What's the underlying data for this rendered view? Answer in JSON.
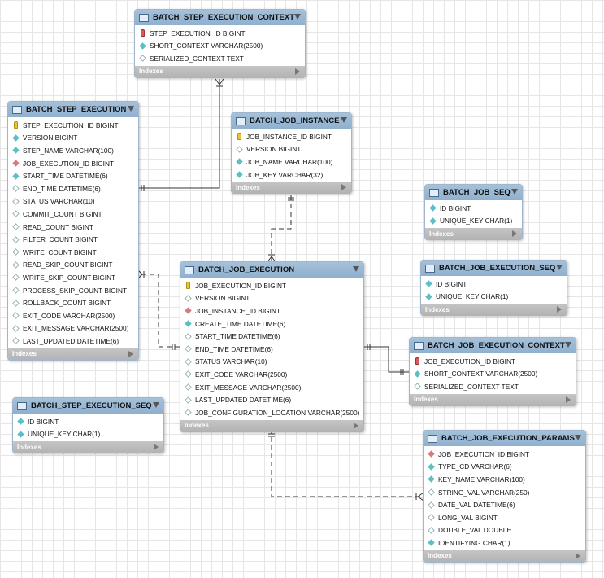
{
  "tables": [
    {
      "id": "t_sec",
      "title": "BATCH_STEP_EXECUTION_CONTEXT",
      "indexes_label": "Indexes",
      "columns": [
        {
          "icon": "pkfk",
          "text": "STEP_EXECUTION_ID BIGINT"
        },
        {
          "icon": "nn",
          "text": "SHORT_CONTEXT VARCHAR(2500)"
        },
        {
          "icon": "col-empty",
          "text": "SERIALIZED_CONTEXT TEXT"
        }
      ]
    },
    {
      "id": "t_se",
      "title": "BATCH_STEP_EXECUTION",
      "indexes_label": "Indexes",
      "columns": [
        {
          "icon": "pk",
          "text": "STEP_EXECUTION_ID BIGINT"
        },
        {
          "icon": "nn",
          "text": "VERSION BIGINT"
        },
        {
          "icon": "nn",
          "text": "STEP_NAME VARCHAR(100)"
        },
        {
          "icon": "fk",
          "text": "JOB_EXECUTION_ID BIGINT"
        },
        {
          "icon": "nn",
          "text": "START_TIME DATETIME(6)"
        },
        {
          "icon": "col-empty",
          "text": "END_TIME DATETIME(6)"
        },
        {
          "icon": "col-empty",
          "text": "STATUS VARCHAR(10)"
        },
        {
          "icon": "col-empty",
          "text": "COMMIT_COUNT BIGINT"
        },
        {
          "icon": "col-empty",
          "text": "READ_COUNT BIGINT"
        },
        {
          "icon": "col-empty",
          "text": "FILTER_COUNT BIGINT"
        },
        {
          "icon": "col-empty",
          "text": "WRITE_COUNT BIGINT"
        },
        {
          "icon": "col-empty",
          "text": "READ_SKIP_COUNT BIGINT"
        },
        {
          "icon": "col-empty",
          "text": "WRITE_SKIP_COUNT BIGINT"
        },
        {
          "icon": "col-empty",
          "text": "PROCESS_SKIP_COUNT BIGINT"
        },
        {
          "icon": "col-empty",
          "text": "ROLLBACK_COUNT BIGINT"
        },
        {
          "icon": "col-empty",
          "text": "EXIT_CODE VARCHAR(2500)"
        },
        {
          "icon": "col-empty",
          "text": "EXIT_MESSAGE VARCHAR(2500)"
        },
        {
          "icon": "col-empty",
          "text": "LAST_UPDATED DATETIME(6)"
        }
      ]
    },
    {
      "id": "t_ji",
      "title": "BATCH_JOB_INSTANCE",
      "indexes_label": "Indexes",
      "columns": [
        {
          "icon": "pk",
          "text": "JOB_INSTANCE_ID BIGINT"
        },
        {
          "icon": "col-empty",
          "text": "VERSION BIGINT"
        },
        {
          "icon": "nn",
          "text": "JOB_NAME VARCHAR(100)"
        },
        {
          "icon": "nn",
          "text": "JOB_KEY VARCHAR(32)"
        }
      ]
    },
    {
      "id": "t_js",
      "title": "BATCH_JOB_SEQ",
      "indexes_label": "Indexes",
      "columns": [
        {
          "icon": "nn",
          "text": "ID BIGINT"
        },
        {
          "icon": "nn",
          "text": "UNIQUE_KEY CHAR(1)"
        }
      ]
    },
    {
      "id": "t_jes",
      "title": "BATCH_JOB_EXECUTION_SEQ",
      "indexes_label": "Indexes",
      "columns": [
        {
          "icon": "nn",
          "text": "ID BIGINT"
        },
        {
          "icon": "nn",
          "text": "UNIQUE_KEY CHAR(1)"
        }
      ]
    },
    {
      "id": "t_je",
      "title": "BATCH_JOB_EXECUTION",
      "indexes_label": "Indexes",
      "columns": [
        {
          "icon": "pk",
          "text": "JOB_EXECUTION_ID BIGINT"
        },
        {
          "icon": "col-empty",
          "text": "VERSION BIGINT"
        },
        {
          "icon": "fk",
          "text": "JOB_INSTANCE_ID BIGINT"
        },
        {
          "icon": "nn",
          "text": "CREATE_TIME DATETIME(6)"
        },
        {
          "icon": "col-empty",
          "text": "START_TIME DATETIME(6)"
        },
        {
          "icon": "col-empty",
          "text": "END_TIME DATETIME(6)"
        },
        {
          "icon": "col-empty",
          "text": "STATUS VARCHAR(10)"
        },
        {
          "icon": "col-empty",
          "text": "EXIT_CODE VARCHAR(2500)"
        },
        {
          "icon": "col-empty",
          "text": "EXIT_MESSAGE VARCHAR(2500)"
        },
        {
          "icon": "col-empty",
          "text": "LAST_UPDATED DATETIME(6)"
        },
        {
          "icon": "col-empty",
          "text": "JOB_CONFIGURATION_LOCATION VARCHAR(2500)"
        }
      ]
    },
    {
      "id": "t_jec",
      "title": "BATCH_JOB_EXECUTION_CONTEXT",
      "indexes_label": "Indexes",
      "columns": [
        {
          "icon": "pkfk",
          "text": "JOB_EXECUTION_ID BIGINT"
        },
        {
          "icon": "nn",
          "text": "SHORT_CONTEXT VARCHAR(2500)"
        },
        {
          "icon": "col-empty",
          "text": "SERIALIZED_CONTEXT TEXT"
        }
      ]
    },
    {
      "id": "t_ses",
      "title": "BATCH_STEP_EXECUTION_SEQ",
      "indexes_label": "Indexes",
      "columns": [
        {
          "icon": "nn",
          "text": "ID BIGINT"
        },
        {
          "icon": "nn",
          "text": "UNIQUE_KEY CHAR(1)"
        }
      ]
    },
    {
      "id": "t_jep",
      "title": "BATCH_JOB_EXECUTION_PARAMS",
      "indexes_label": "Indexes",
      "columns": [
        {
          "icon": "fk",
          "text": "JOB_EXECUTION_ID BIGINT"
        },
        {
          "icon": "nn",
          "text": "TYPE_CD VARCHAR(6)"
        },
        {
          "icon": "nn",
          "text": "KEY_NAME VARCHAR(100)"
        },
        {
          "icon": "col-empty",
          "text": "STRING_VAL VARCHAR(250)"
        },
        {
          "icon": "col-empty",
          "text": "DATE_VAL DATETIME(6)"
        },
        {
          "icon": "col-empty",
          "text": "LONG_VAL BIGINT"
        },
        {
          "icon": "col-empty",
          "text": "DOUBLE_VAL DOUBLE"
        },
        {
          "icon": "nn",
          "text": "IDENTIFYING CHAR(1)"
        }
      ]
    }
  ]
}
